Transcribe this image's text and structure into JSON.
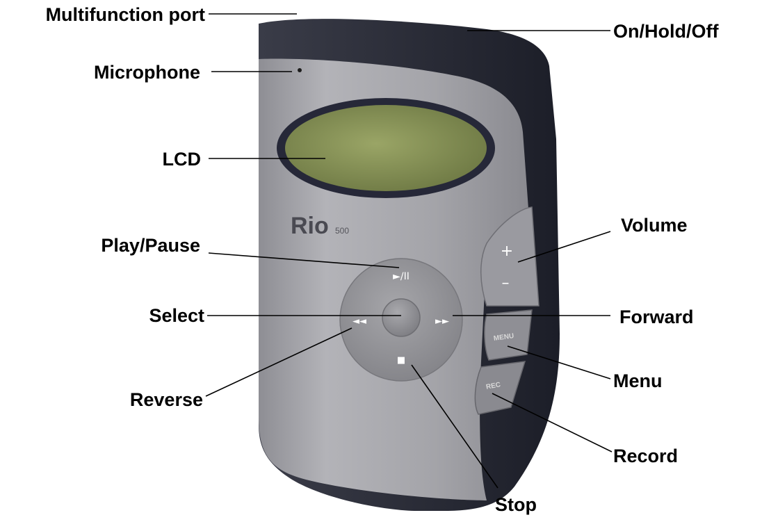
{
  "device": {
    "brand": "Rio",
    "model": "500",
    "controls": {
      "play_pause": "►/II",
      "forward": "►►",
      "reverse": "◄◄",
      "stop": "■",
      "volume_up": "+",
      "volume_down": "–",
      "menu": "MENU",
      "record": "REC"
    }
  },
  "labels": {
    "multifunction_port": "Multifunction port",
    "on_hold_off": "On/Hold/Off",
    "microphone": "Microphone",
    "lcd": "LCD",
    "volume": "Volume",
    "play_pause": "Play/Pause",
    "select": "Select",
    "forward": "Forward",
    "menu": "Menu",
    "reverse": "Reverse",
    "record": "Record",
    "stop": "Stop"
  },
  "colors": {
    "body_silver": "#a3a3a8",
    "body_dark": "#2a2c38",
    "lcd": "#8f9a5a",
    "label_text": "#000000"
  }
}
